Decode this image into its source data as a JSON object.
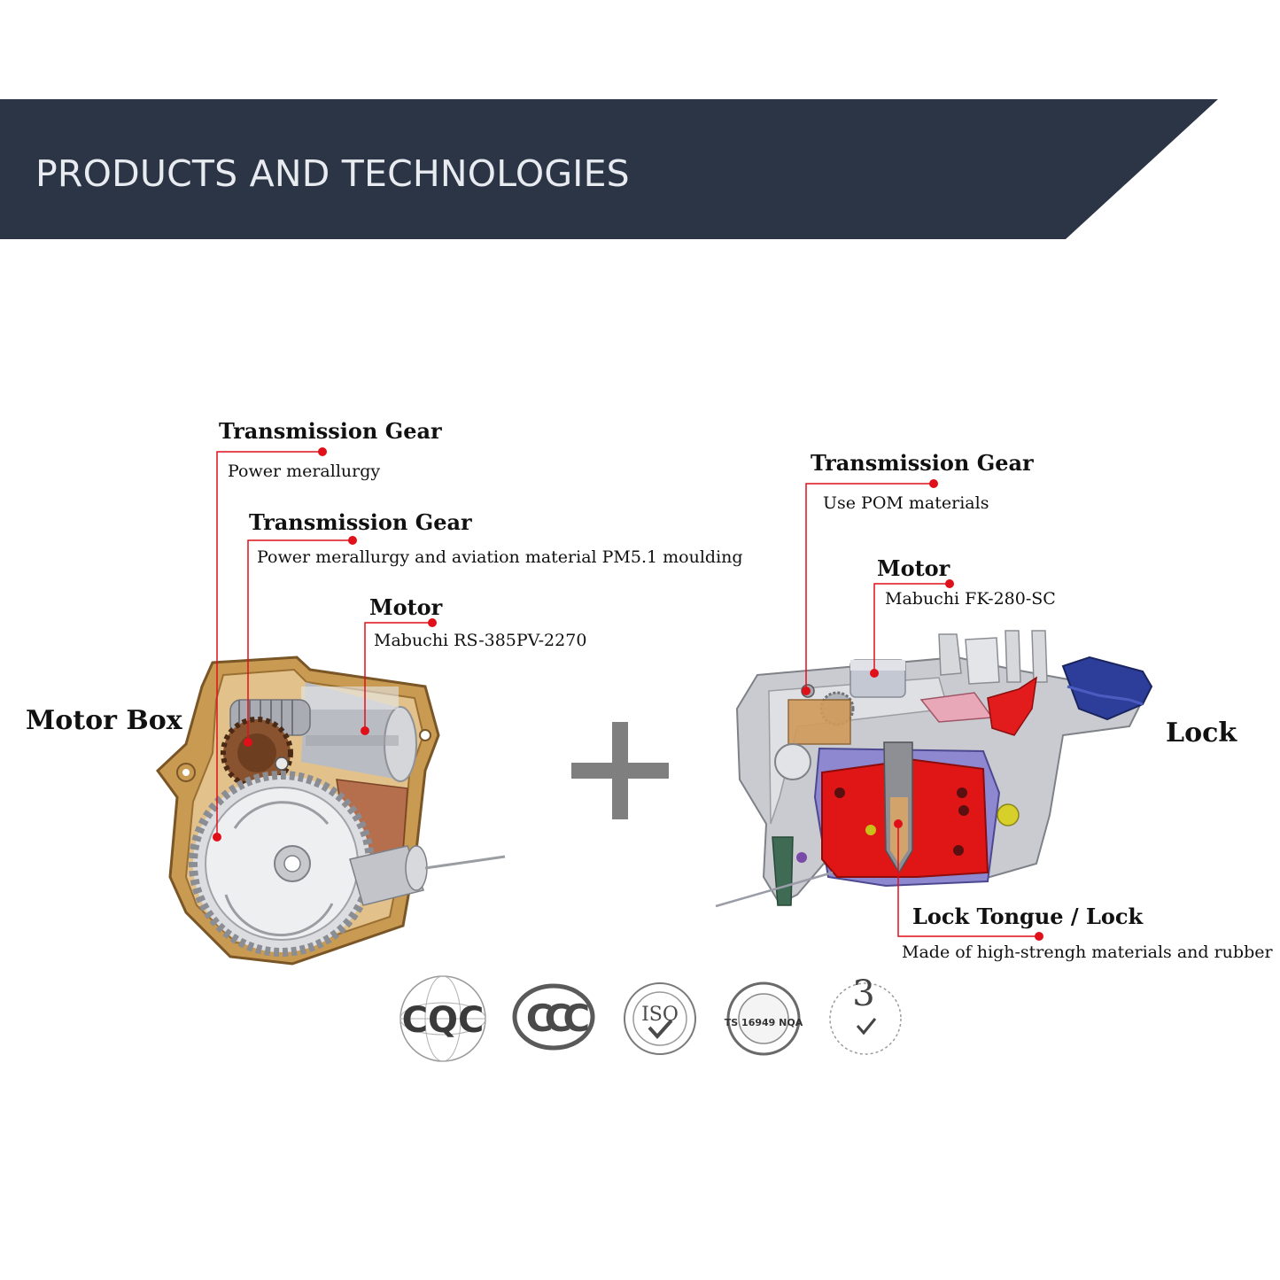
{
  "banner": {
    "title": "PRODUCTS AND TECHNOLOGIES",
    "color": "#2b3546"
  },
  "motor_box": {
    "title": "Motor Box",
    "callouts": [
      {
        "title": "Transmission Gear",
        "desc": "Power merallurgy"
      },
      {
        "title": "Transmission Gear",
        "desc": "Power merallurgy and aviation material PM5.1 moulding"
      },
      {
        "title": "Motor",
        "desc": "Mabuchi RS-385PV-2270"
      }
    ]
  },
  "plus_icon": "plus-icon",
  "lock": {
    "title": "Lock",
    "callouts": [
      {
        "title": "Transmission Gear",
        "desc": "Use POM materials"
      },
      {
        "title": "Motor",
        "desc": "Mabuchi FK-280-SC"
      },
      {
        "title": "Lock Tongue / Lock",
        "desc": "Made of high-strengh materials and rubber"
      }
    ]
  },
  "certifications": [
    {
      "icon": "cqc-logo-icon",
      "text": "CQC"
    },
    {
      "icon": "ccc-logo-icon",
      "text": "CCC"
    },
    {
      "icon": "iso-seal-icon",
      "text": "ISO"
    },
    {
      "icon": "ts16949-seal-icon",
      "text": "TS 16949 NQA"
    },
    {
      "icon": "warranty-3-years-seal-icon",
      "text": "3"
    }
  ],
  "accent_color": "#e0101a"
}
